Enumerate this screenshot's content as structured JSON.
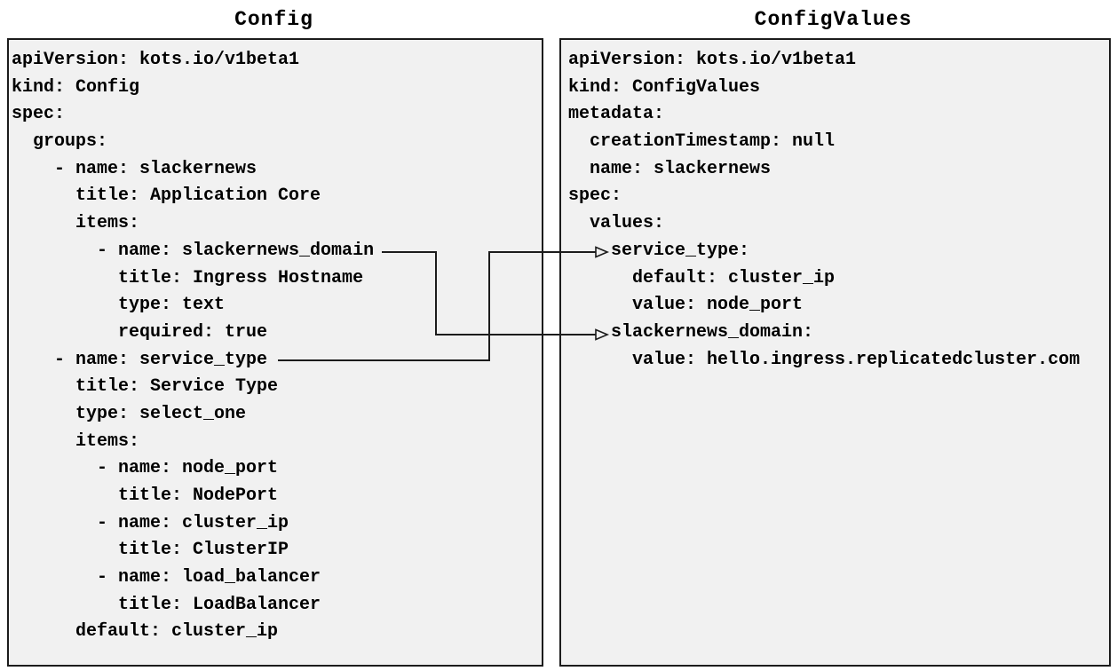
{
  "diagram": {
    "left_panel": {
      "title": "Config",
      "lines": [
        "apiVersion: kots.io/v1beta1",
        "kind: Config",
        "spec:",
        "  groups:",
        "    - name: slackernews",
        "      title: Application Core",
        "      items:",
        "        - name: slackernews_domain",
        "          title: Ingress Hostname",
        "          type: text",
        "          required: true",
        "    - name: service_type",
        "      title: Service Type",
        "      type: select_one",
        "      items:",
        "        - name: node_port",
        "          title: NodePort",
        "        - name: cluster_ip",
        "          title: ClusterIP",
        "        - name: load_balancer",
        "          title: LoadBalancer",
        "      default: cluster_ip"
      ]
    },
    "right_panel": {
      "title": "ConfigValues",
      "lines": [
        "apiVersion: kots.io/v1beta1",
        "kind: ConfigValues",
        "metadata:",
        "  creationTimestamp: null",
        "  name: slackernews",
        "spec:",
        "  values:",
        "    service_type:",
        "      default: cluster_ip",
        "      value: node_port",
        "    slackernews_domain:",
        "      value: hello.ingress.replicatedcluster.com"
      ]
    },
    "connectors": [
      {
        "from": "Config item: slackernews_domain",
        "to": "ConfigValues value: slackernews_domain"
      },
      {
        "from": "Config item: service_type",
        "to": "ConfigValues value: service_type"
      }
    ],
    "colors": {
      "panel_background": "#f1f1f1",
      "panel_border": "#1c1c1c",
      "text": "#000000",
      "connector_line": "#1c1c1c",
      "page_background": "#ffffff"
    }
  }
}
